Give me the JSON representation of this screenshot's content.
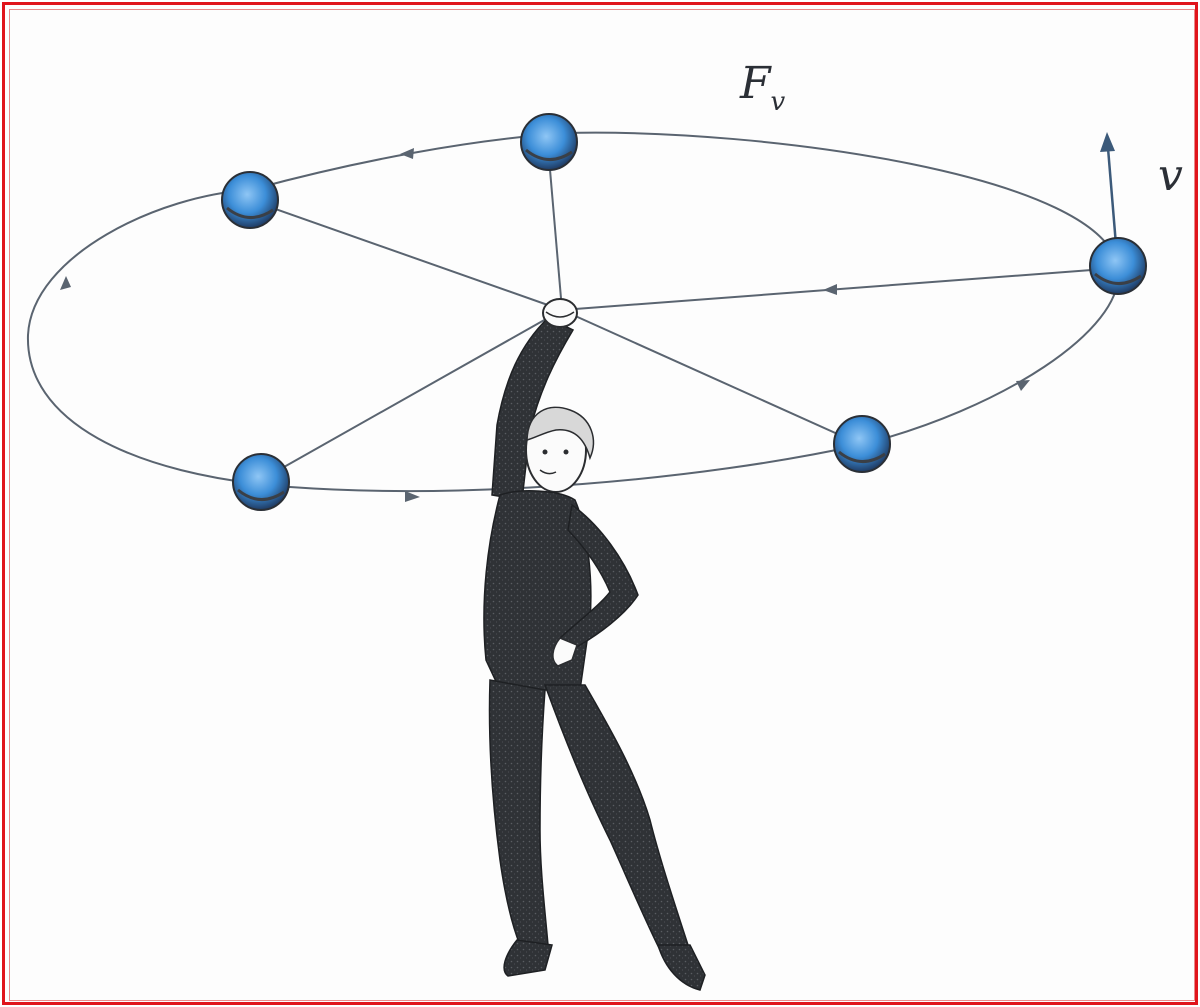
{
  "diagram": {
    "labels": {
      "force": "F",
      "force_subscript": "v",
      "velocity": "v"
    },
    "colors": {
      "frame": "#e0141b",
      "line": "#5a6470",
      "ball": "#3c8ed8",
      "figure": "#2f3236"
    },
    "icons": [
      "ball-icon",
      "hand-icon",
      "person-figure",
      "velocity-arrow"
    ]
  }
}
